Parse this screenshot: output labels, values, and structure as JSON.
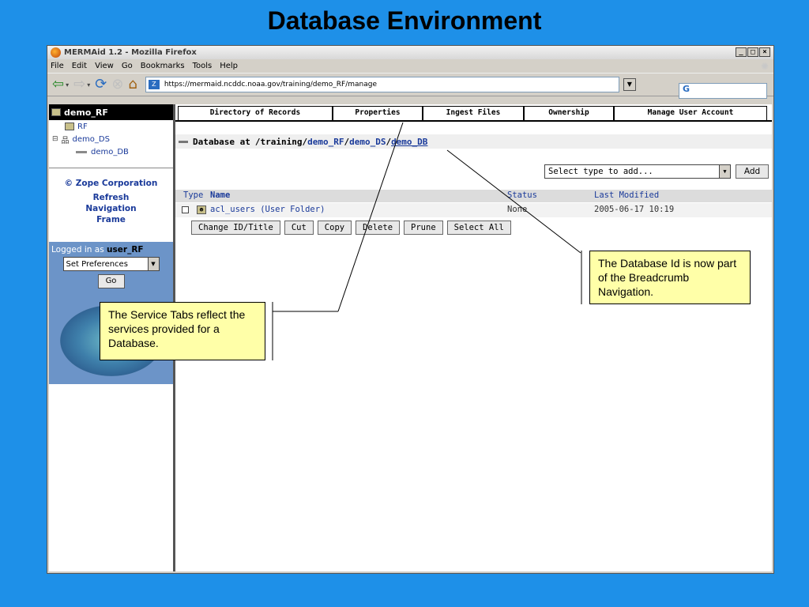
{
  "slide": {
    "title": "Database Environment"
  },
  "window": {
    "title": "MERMAid 1.2 - Mozilla Firefox",
    "controls": [
      "_",
      "□",
      "×"
    ]
  },
  "menu": [
    "File",
    "Edit",
    "View",
    "Go",
    "Bookmarks",
    "Tools",
    "Help"
  ],
  "toolbar": {
    "url": "https://mermaid.ncddc.noaa.gov/training/demo_RF/manage",
    "search_text": "G"
  },
  "tree": {
    "header": "demo_RF",
    "nodes": [
      "RF",
      "demo_DS",
      "demo_DB"
    ],
    "zope": "© Zope Corporation",
    "refresh": [
      "Refresh",
      "Navigation",
      "Frame"
    ]
  },
  "login": {
    "prefix": "Logged in as",
    "user": "user_RF",
    "prefs": "Set Preferences",
    "go": "Go"
  },
  "tabs": [
    "Directory of Records",
    "Properties",
    "Ingest Files",
    "Ownership",
    "Manage User Account"
  ],
  "breadcrumb": {
    "label": "Database at",
    "root": "/training/",
    "seg1": "demo_RF",
    "sep": "/",
    "seg2": "demo_DS",
    "seg3": "demo_DB"
  },
  "add": {
    "select": "Select type to add...",
    "button": "Add"
  },
  "list": {
    "headers": {
      "type": "Type",
      "name": "Name",
      "status": "Status",
      "modified": "Last Modified"
    },
    "rows": [
      {
        "name": "acl_users (User Folder)",
        "status": "None",
        "modified": "2005-06-17 10:19"
      }
    ]
  },
  "actions": [
    "Change ID/Title",
    "Cut",
    "Copy",
    "Delete",
    "Prune",
    "Select All"
  ],
  "callouts": {
    "db": "The Database Id is now part of the Breadcrumb Navigation.",
    "tabs": "The Service Tabs reflect the services provided for a Database."
  }
}
